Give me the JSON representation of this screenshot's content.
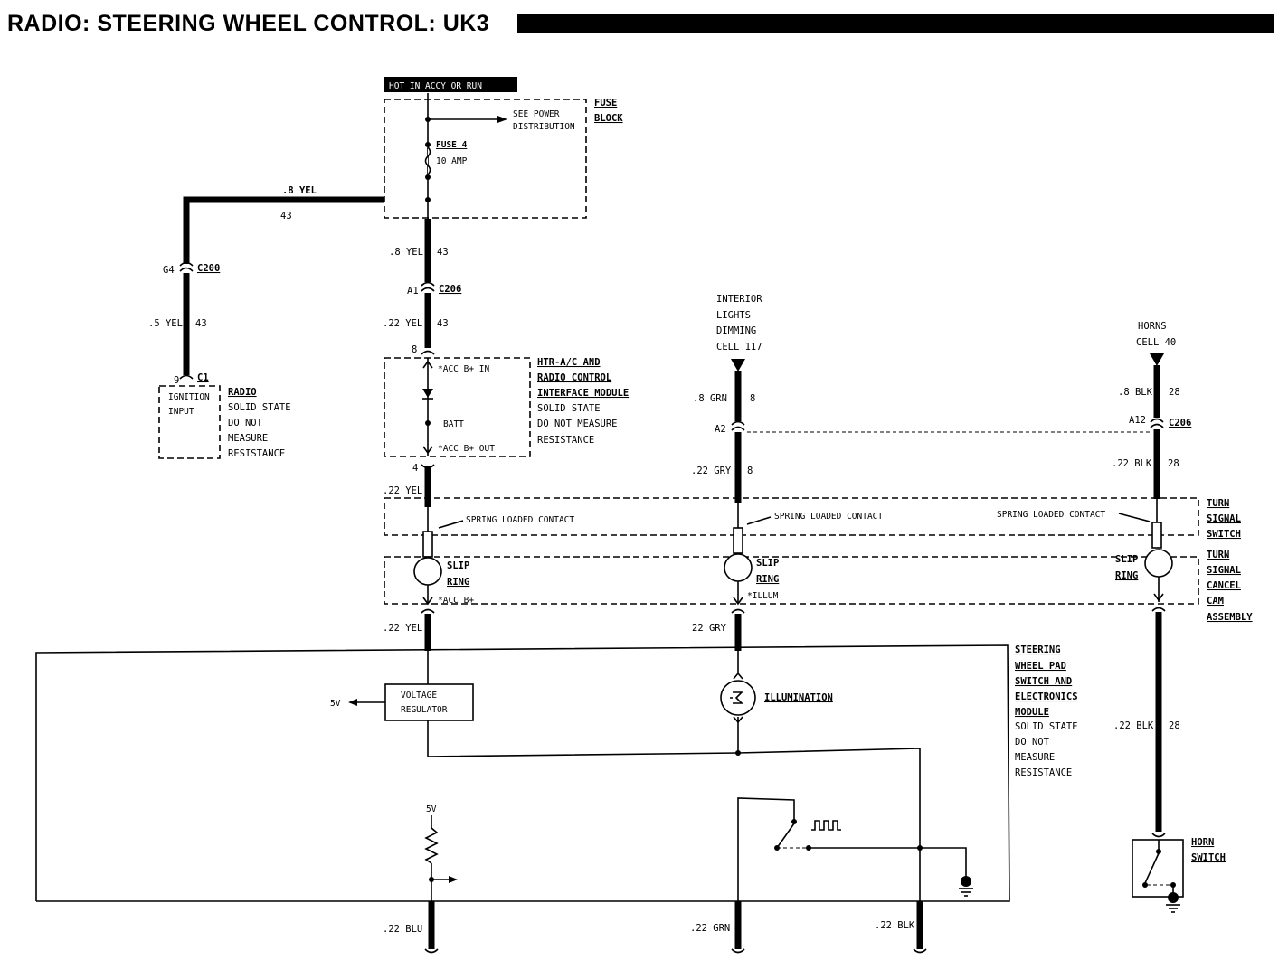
{
  "title": "RADIO: STEERING WHEEL CONTROL: UK3",
  "power_label": "HOT IN ACCY OR RUN",
  "fuse_block": {
    "name_line1": "FUSE",
    "name_line2": "BLOCK",
    "see_power_line1": "SEE POWER",
    "see_power_line2": "DISTRIBUTION",
    "fuse_name": "FUSE 4",
    "fuse_rating": "10 AMP"
  },
  "wires": {
    "radio_feed_color": ".8 YEL",
    "radio_feed_circuit": "43",
    "main_upper_color": ".8 YEL",
    "main_upper_circuit": "43",
    "main_lower_color": ".22 YEL",
    "main_lower_circuit": "43",
    "radio_lower_color": ".5 YEL",
    "radio_lower_circuit": "43",
    "interface_out_color": ".22 YEL",
    "acc_to_module_color": ".22 YEL",
    "illum_upper_color": ".8 GRN",
    "illum_upper_circuit": "8",
    "illum_lower_color": ".22 GRY",
    "illum_lower_circuit": "8",
    "illum_to_module_color": "22 GRY",
    "horn_upper_color": ".8 BLK",
    "horn_upper_circuit": "28",
    "horn_mid_color": ".22 BLK",
    "horn_mid_circuit": "28",
    "horn_lower_color": ".22 BLK",
    "horn_lower_circuit": "28",
    "bottom_blu": ".22 BLU",
    "bottom_grn": ".22 GRN",
    "bottom_blk": ".22 BLK"
  },
  "connectors": {
    "c200_pin": "G4",
    "c200_name": "C200",
    "c206_pin_a1": "A1",
    "c206_name": "C206",
    "c206_pin_a2": "A2",
    "c206_pin_a12": "A12",
    "c206_name_right": "C206",
    "c1_pin": "9",
    "c1_name": "C1",
    "interface_pin_in": "8",
    "interface_pin_out": "4"
  },
  "radio": {
    "input_line1": "IGNITION",
    "input_line2": "INPUT",
    "name": "RADIO",
    "line2": "SOLID STATE",
    "line3": "DO NOT",
    "line4": "MEASURE",
    "line5": "RESISTANCE"
  },
  "interface_module": {
    "acc_in": "*ACC B+ IN",
    "batt": "BATT",
    "acc_out": "*ACC B+ OUT",
    "name_line1": "HTR-A/C AND",
    "name_line2": "RADIO CONTROL",
    "name_line3": "INTERFACE MODULE",
    "line4": "SOLID STATE",
    "line5": "DO NOT MEASURE",
    "line6": "RESISTANCE"
  },
  "interior_lights": {
    "line1": "INTERIOR",
    "line2": "LIGHTS",
    "line3": "DIMMING",
    "line4": "CELL 117"
  },
  "horns": {
    "line1": "HORNS",
    "line2": "CELL 40"
  },
  "turn_signal_switch": {
    "line1": "TURN",
    "line2": "SIGNAL",
    "line3": "SWITCH"
  },
  "cancel_cam": {
    "line1": "TURN",
    "line2": "SIGNAL",
    "line3": "CANCEL",
    "line4": "CAM",
    "line5": "ASSEMBLY"
  },
  "spring_contact": "SPRING LOADED CONTACT",
  "slip_ring": {
    "line1": "SLIP",
    "line2": "RING",
    "acc_label": "*ACC B+",
    "illum_label": "*ILLUM"
  },
  "steering_module": {
    "line1": "STEERING",
    "line2": "WHEEL PAD",
    "line3": "SWITCH AND",
    "line4": "ELECTRONICS",
    "line5": "MODULE",
    "line6": "SOLID STATE",
    "line7": "DO NOT",
    "line8": "MEASURE",
    "line9": "RESISTANCE",
    "regulator_line1": "VOLTAGE",
    "regulator_line2": "REGULATOR",
    "five_v_left": "5V",
    "five_v_top": "5V",
    "illumination": "ILLUMINATION"
  },
  "horn_switch": {
    "line1": "HORN",
    "line2": "SWITCH"
  }
}
